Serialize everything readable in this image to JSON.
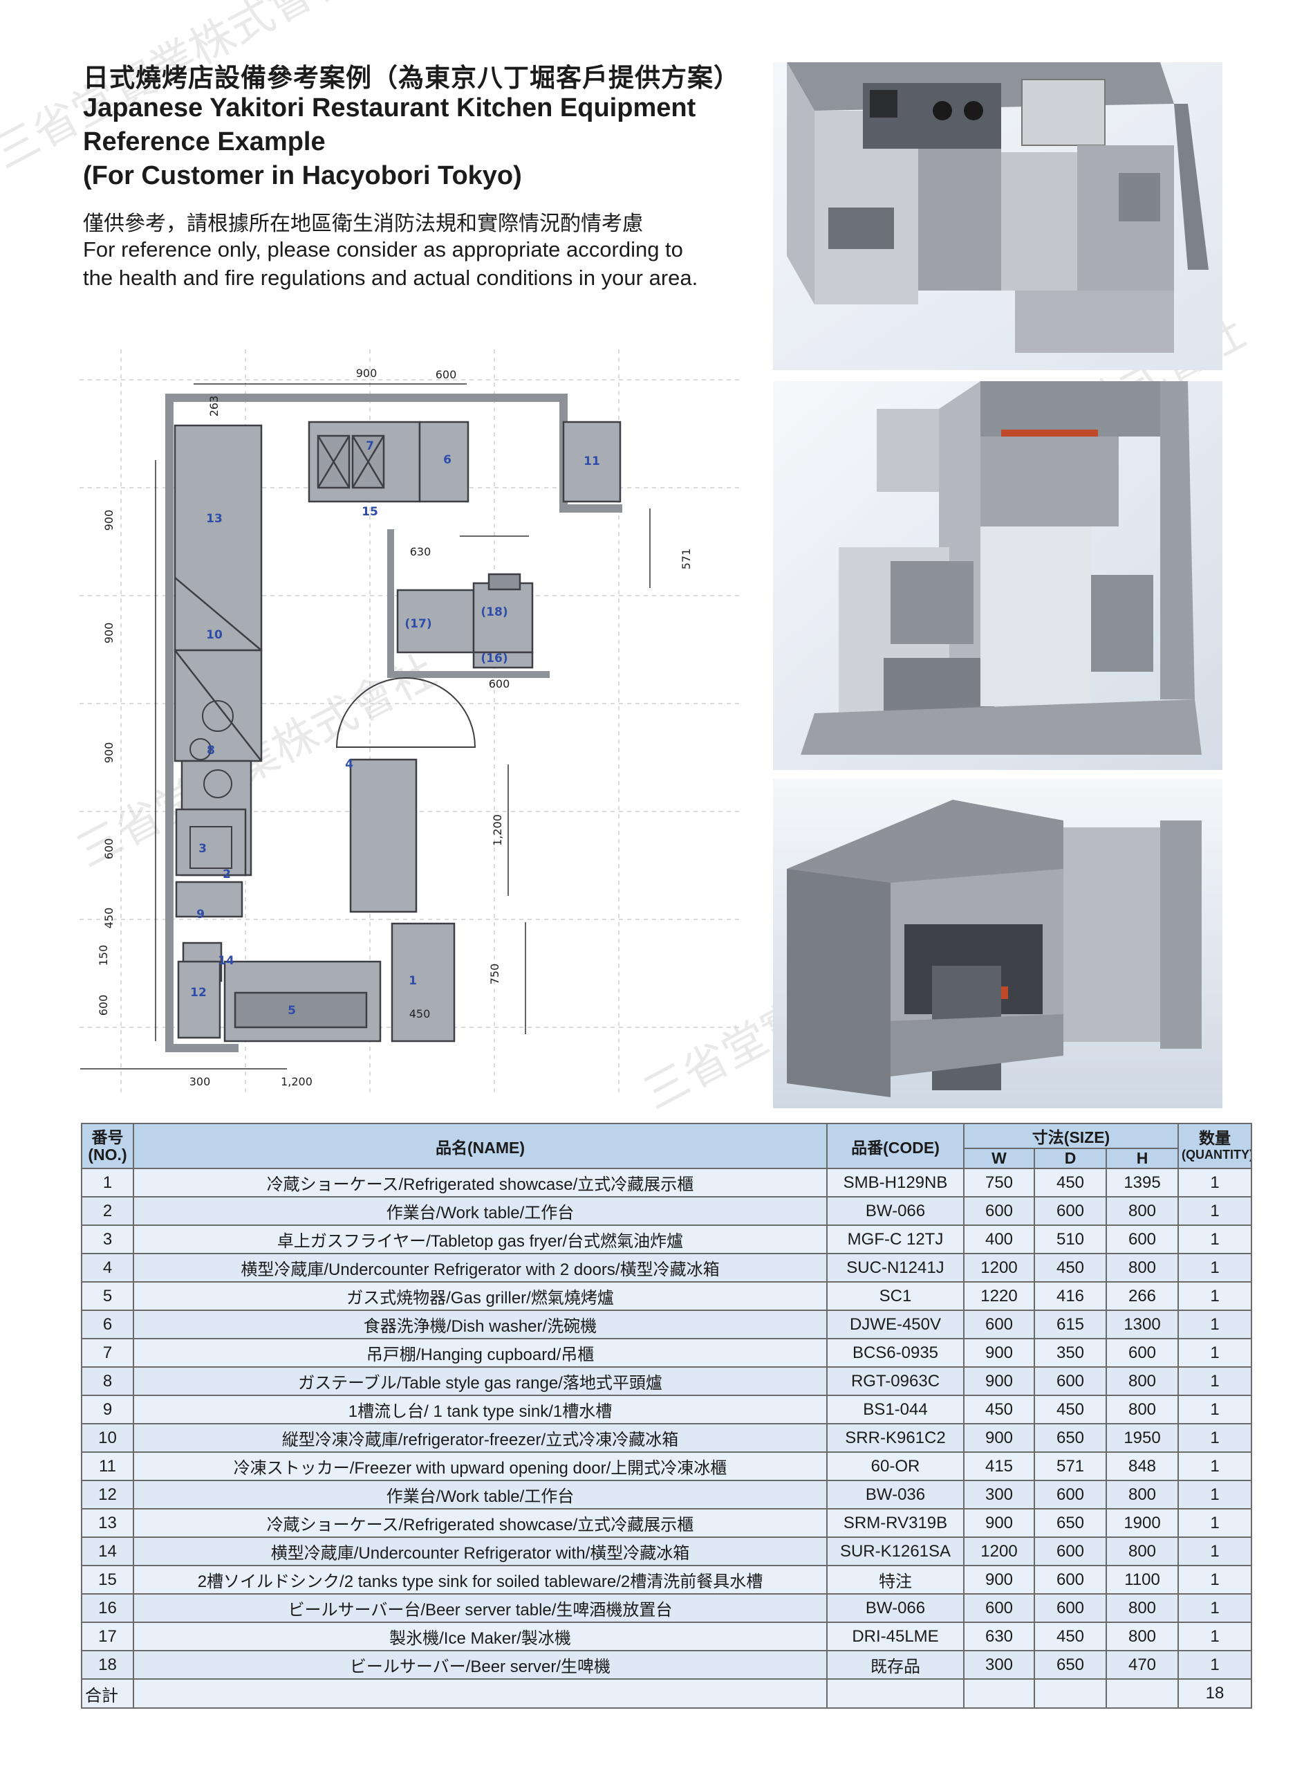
{
  "header": {
    "title_zh": "日式燒烤店設備參考案例（為東京八丁堀客戶提供方案）",
    "title_en_lines": [
      "Japanese Yakitori Restaurant Kitchen Equipment",
      "Reference Example",
      "(For Customer in Hacyobori Tokyo)"
    ],
    "note_zh": "僅供參考，請根據所在地區衛生消防法規和實際情況酌情考慮",
    "note_en_lines": [
      "For reference only, please consider as appropriate according to",
      "the health and fire regulations and actual conditions in your area."
    ]
  },
  "floor_plan": {
    "dims": [
      "900",
      "600",
      "263",
      "900",
      "900",
      "900",
      "600",
      "450",
      "150",
      "600",
      "630",
      "571",
      "600",
      "1,200",
      "750",
      "450",
      "300",
      "1,200"
    ],
    "labels": [
      "7",
      "6",
      "11",
      "13",
      "15",
      "(17)",
      "(18)",
      "(16)",
      "10",
      "8",
      "4",
      "3",
      "2",
      "9",
      "14",
      "12",
      "5",
      "1"
    ]
  },
  "table": {
    "headers": {
      "no": "番号\n(NO.)",
      "name": "品名(NAME)",
      "code": "品番(CODE)",
      "size": "寸法(SIZE)",
      "w": "W",
      "d": "D",
      "h": "H",
      "qty_line1": "数量",
      "qty_line2": "(QUANTITY)"
    },
    "rows": [
      {
        "no": "1",
        "name": "冷蔵ショーケース/Refrigerated showcase/立式冷藏展示櫃",
        "code": "SMB-H129NB",
        "w": "750",
        "d": "450",
        "h": "1395",
        "qty": "1"
      },
      {
        "no": "2",
        "name": "作業台/Work table/工作台",
        "code": "BW-066",
        "w": "600",
        "d": "600",
        "h": "800",
        "qty": "1"
      },
      {
        "no": "3",
        "name": "卓上ガスフライヤー/Tabletop gas fryer/台式燃氣油炸爐",
        "code": "MGF-C 12TJ",
        "w": "400",
        "d": "510",
        "h": "600",
        "qty": "1"
      },
      {
        "no": "4",
        "name": "横型冷蔵庫/Undercounter Refrigerator with 2 doors/橫型冷藏冰箱",
        "code": "SUC-N1241J",
        "w": "1200",
        "d": "450",
        "h": "800",
        "qty": "1"
      },
      {
        "no": "5",
        "name": "ガス式焼物器/Gas griller/燃氣燒烤爐",
        "code": "SC1",
        "w": "1220",
        "d": "416",
        "h": "266",
        "qty": "1"
      },
      {
        "no": "6",
        "name": "食器洗浄機/Dish washer/洗碗機",
        "code": "DJWE-450V",
        "w": "600",
        "d": "615",
        "h": "1300",
        "qty": "1"
      },
      {
        "no": "7",
        "name": "吊戸棚/Hanging cupboard/吊櫃",
        "code": "BCS6-0935",
        "w": "900",
        "d": "350",
        "h": "600",
        "qty": "1"
      },
      {
        "no": "8",
        "name": "ガステーブル/Table style gas range/落地式平頭爐",
        "code": "RGT-0963C",
        "w": "900",
        "d": "600",
        "h": "800",
        "qty": "1"
      },
      {
        "no": "9",
        "name": "1槽流し台/ 1 tank type sink/1槽水槽",
        "code": "BS1-044",
        "w": "450",
        "d": "450",
        "h": "800",
        "qty": "1"
      },
      {
        "no": "10",
        "name": "縦型冷凍冷蔵庫/refrigerator-freezer/立式冷凍冷藏冰箱",
        "code": "SRR-K961C2",
        "w": "900",
        "d": "650",
        "h": "1950",
        "qty": "1"
      },
      {
        "no": "11",
        "name": "冷凍ストッカー/Freezer with upward opening door/上開式冷凍冰櫃",
        "code": "60-OR",
        "w": "415",
        "d": "571",
        "h": "848",
        "qty": "1"
      },
      {
        "no": "12",
        "name": "作業台/Work table/工作台",
        "code": "BW-036",
        "w": "300",
        "d": "600",
        "h": "800",
        "qty": "1"
      },
      {
        "no": "13",
        "name": "冷蔵ショーケース/Refrigerated showcase/立式冷藏展示櫃",
        "code": "SRM-RV319B",
        "w": "900",
        "d": "650",
        "h": "1900",
        "qty": "1"
      },
      {
        "no": "14",
        "name": "横型冷蔵庫/Undercounter Refrigerator with/橫型冷藏冰箱",
        "code": "SUR-K1261SA",
        "w": "1200",
        "d": "600",
        "h": "800",
        "qty": "1"
      },
      {
        "no": "15",
        "name": "2槽ソイルドシンク/2 tanks  type sink for soiled tableware/2槽清洗前餐具水槽",
        "code": "特注",
        "w": "900",
        "d": "600",
        "h": "1100",
        "qty": "1"
      },
      {
        "no": "16",
        "name": "ビールサーバー台/Beer server table/生啤酒機放置台",
        "code": "BW-066",
        "w": "600",
        "d": "600",
        "h": "800",
        "qty": "1"
      },
      {
        "no": "17",
        "name": "製氷機/Ice Maker/製冰機",
        "code": "DRI-45LME",
        "w": "630",
        "d": "450",
        "h": "800",
        "qty": "1"
      },
      {
        "no": "18",
        "name": "ビールサーバー/Beer server/生啤機",
        "code": "既存品",
        "w": "300",
        "d": "650",
        "h": "470",
        "qty": "1"
      }
    ],
    "total_label": "合計",
    "total_qty": "18"
  },
  "watermark": "三省堂實業株式會社"
}
